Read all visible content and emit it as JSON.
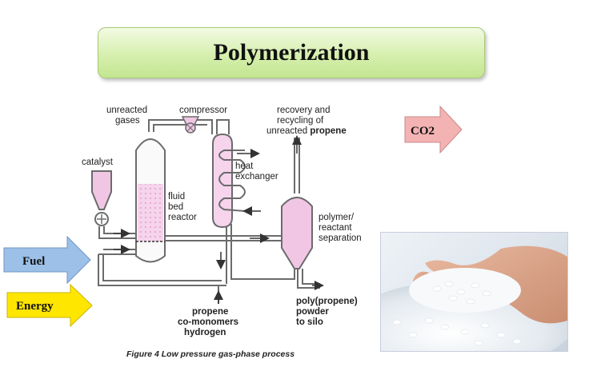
{
  "title": "Polymerization",
  "labels": {
    "unreacted_gases_1": "unreacted",
    "unreacted_gases_2": "gases",
    "compressor": "compressor",
    "recovery_1": "recovery and",
    "recovery_2": "recycling of",
    "recovery_3": "unreacted",
    "recovery_3b": "propene",
    "catalyst": "catalyst",
    "heat_1": "heat",
    "heat_2": "exchanger",
    "fluid_1": "fluid",
    "fluid_2": "bed",
    "fluid_3": "reactor",
    "polymer_1": "polymer/",
    "polymer_2": "reactant",
    "polymer_3": "separation",
    "feed_1": "propene",
    "feed_2": "co-monomers",
    "feed_3": "hydrogen",
    "out_1": "poly(propene)",
    "out_2": "powder",
    "out_3": "to silo"
  },
  "caption": "Figure 4  Low pressure gas-phase process",
  "arrows": {
    "co2": "CO2",
    "fuel": "Fuel",
    "energy": "Energy"
  },
  "colors": {
    "title_bg": "#d6efae",
    "co2_arrow": "#f4b3b3",
    "fuel_arrow": "#9cc0e8",
    "energy_arrow": "#ffe600",
    "vessel_fill": "#f1c6e4",
    "pipe": "#6b6b6b"
  }
}
